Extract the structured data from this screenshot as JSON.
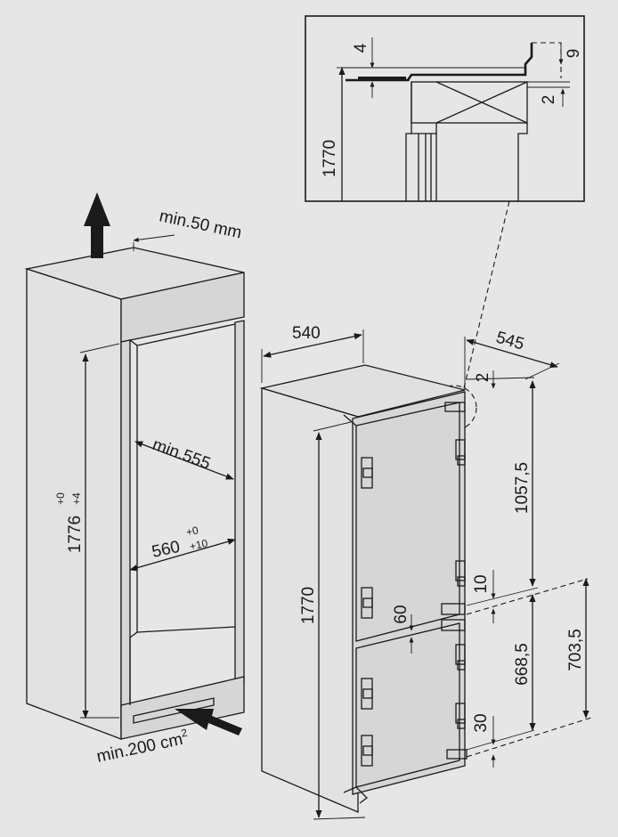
{
  "labels": {
    "vent_top": "min.50 mm",
    "vent_bottom": "min.200 cm",
    "vent_bottom_sup": "2",
    "niche_height": "1776",
    "niche_height_tol_upper": "+0",
    "niche_height_tol_lower": "+4",
    "niche_depth": "min.555",
    "niche_width": "560",
    "niche_width_tol_upper": "+0",
    "niche_width_tol_lower": "+10",
    "appliance_width": "540",
    "appliance_depth": "545",
    "appliance_height": "1770",
    "gap_top": "2",
    "upper_door": "1057,5",
    "gap_mid": "10",
    "hinge_offset": "60",
    "lower_door": "668,5",
    "lower_section": "703,5",
    "gap_bottom": "30",
    "detail_height": "1770",
    "detail_4": "4",
    "detail_9": "9",
    "detail_2": "2"
  }
}
